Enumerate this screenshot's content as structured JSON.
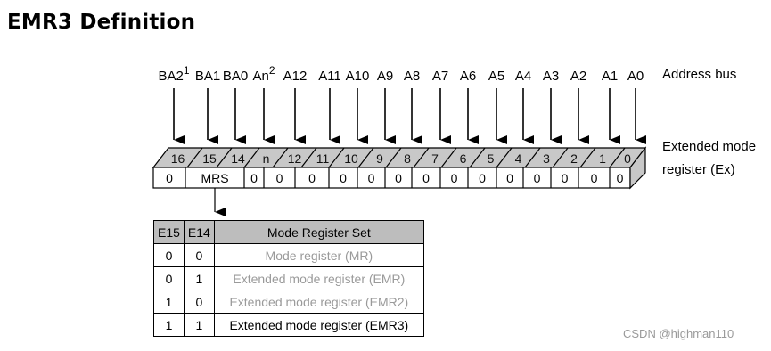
{
  "title": "EMR3 Definition",
  "address_bus_label": "Address bus",
  "register_label": [
    "Extended mode",
    "register (Ex)"
  ],
  "address_lines": [
    {
      "label": "BA2",
      "sup": "1"
    },
    {
      "label": "BA1",
      "sup": ""
    },
    {
      "label": "BA0",
      "sup": ""
    },
    {
      "label": "An",
      "sup": "2"
    },
    {
      "label": "A12",
      "sup": ""
    },
    {
      "label": "A11",
      "sup": ""
    },
    {
      "label": "A10",
      "sup": ""
    },
    {
      "label": "A9",
      "sup": ""
    },
    {
      "label": "A8",
      "sup": ""
    },
    {
      "label": "A7",
      "sup": ""
    },
    {
      "label": "A6",
      "sup": ""
    },
    {
      "label": "A5",
      "sup": ""
    },
    {
      "label": "A4",
      "sup": ""
    },
    {
      "label": "A3",
      "sup": ""
    },
    {
      "label": "A2",
      "sup": ""
    },
    {
      "label": "A1",
      "sup": ""
    },
    {
      "label": "A0",
      "sup": ""
    }
  ],
  "bit_numbers": [
    "16",
    "15",
    "14",
    "n",
    "12",
    "11",
    "10",
    "9",
    "8",
    "7",
    "6",
    "5",
    "4",
    "3",
    "2",
    "1",
    "0"
  ],
  "bit_values": [
    "0",
    "MRS",
    "0",
    "0",
    "0",
    "0",
    "0",
    "0",
    "0",
    "0",
    "0",
    "0",
    "0",
    "0",
    "0",
    "0"
  ],
  "table": {
    "headers": [
      "E15",
      "E14",
      "Mode Register Set"
    ],
    "rows": [
      {
        "e15": "0",
        "e14": "0",
        "name": "Mode register (MR)"
      },
      {
        "e15": "0",
        "e14": "1",
        "name": "Extended mode register (EMR)"
      },
      {
        "e15": "1",
        "e14": "0",
        "name": "Extended mode register (EMR2)"
      },
      {
        "e15": "1",
        "e14": "1",
        "name": "Extended mode register (EMR3)"
      }
    ]
  },
  "watermark": "CSDN @highman110"
}
